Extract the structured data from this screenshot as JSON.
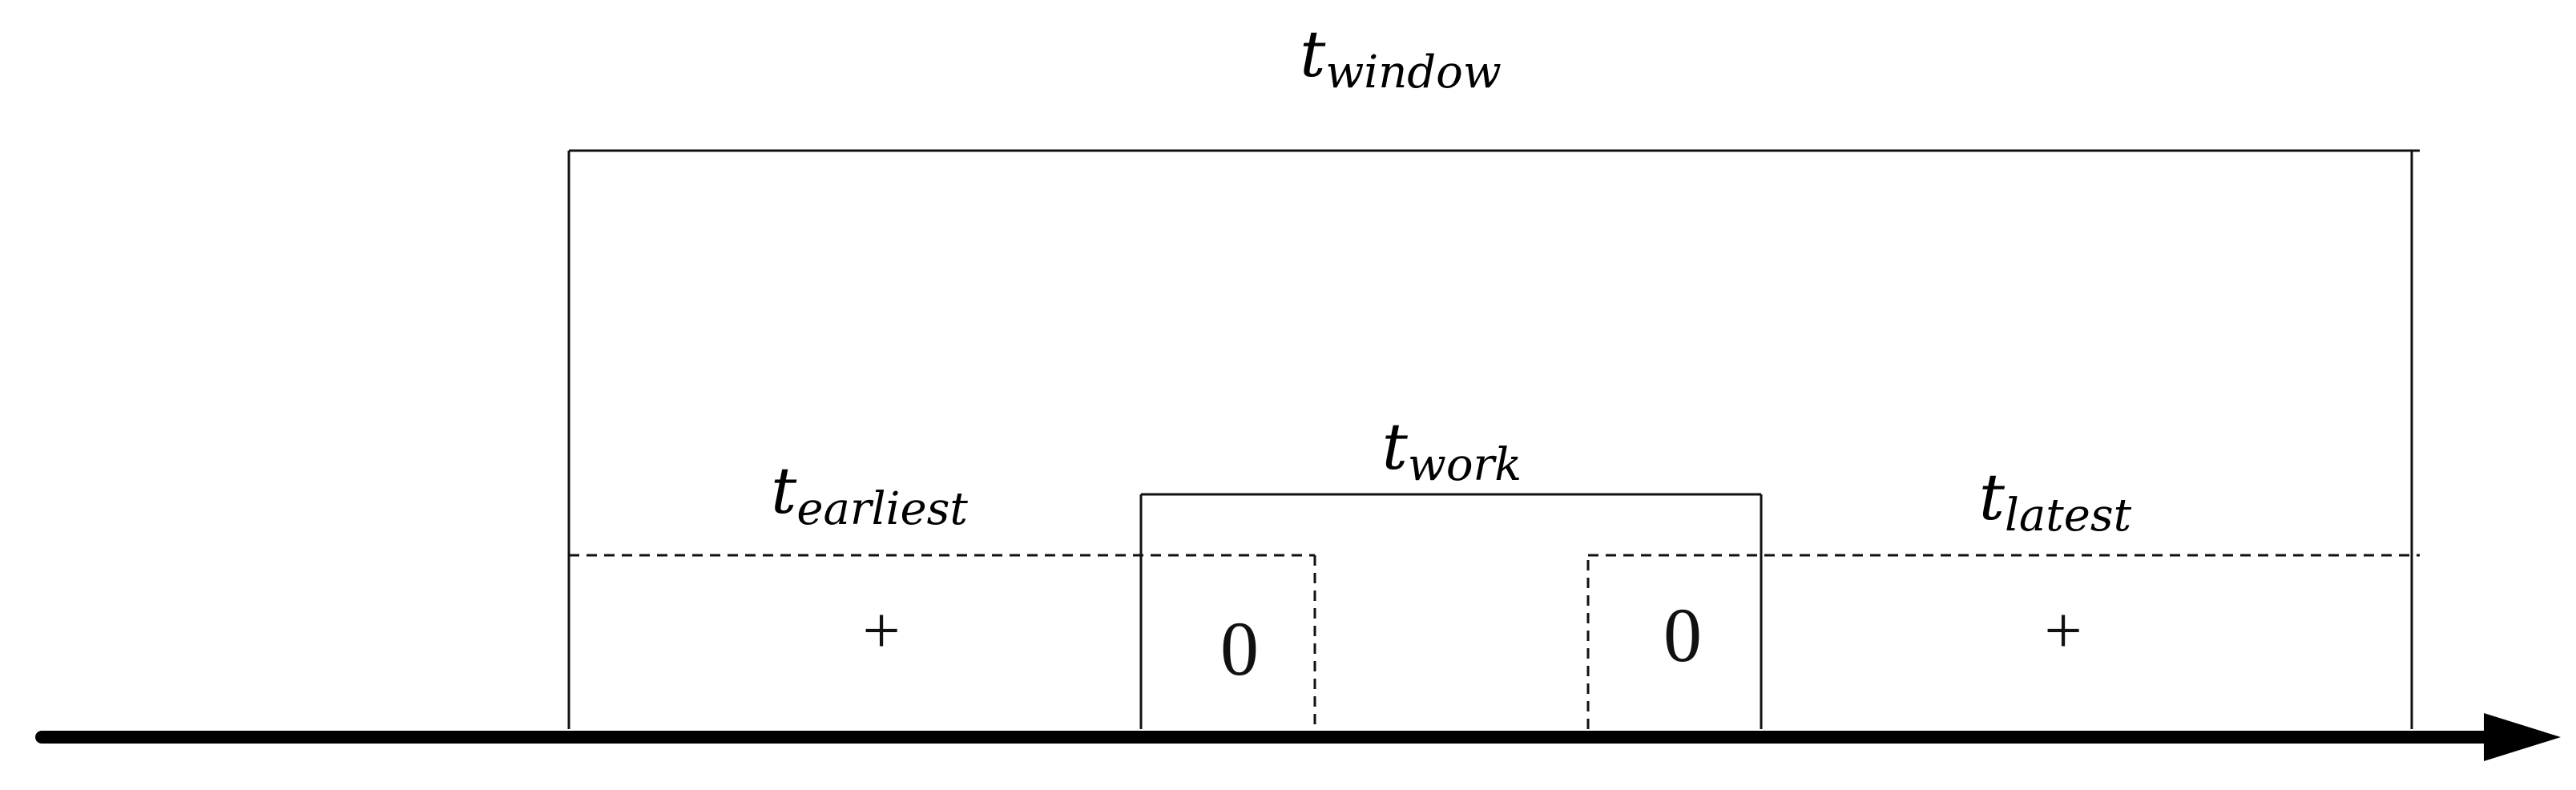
{
  "labels": {
    "window": {
      "base": "t",
      "sub": "window"
    },
    "work": {
      "base": "t",
      "sub": "work"
    },
    "earliest": {
      "base": "t",
      "sub": "earliest"
    },
    "latest": {
      "base": "t",
      "sub": "latest"
    }
  },
  "region_signs": {
    "before_earliest": "+",
    "earliest_overlap": "0",
    "latest_overlap": "0",
    "after_latest": "+"
  },
  "colors": {
    "ink": "#000000",
    "background": "#ffffff"
  }
}
